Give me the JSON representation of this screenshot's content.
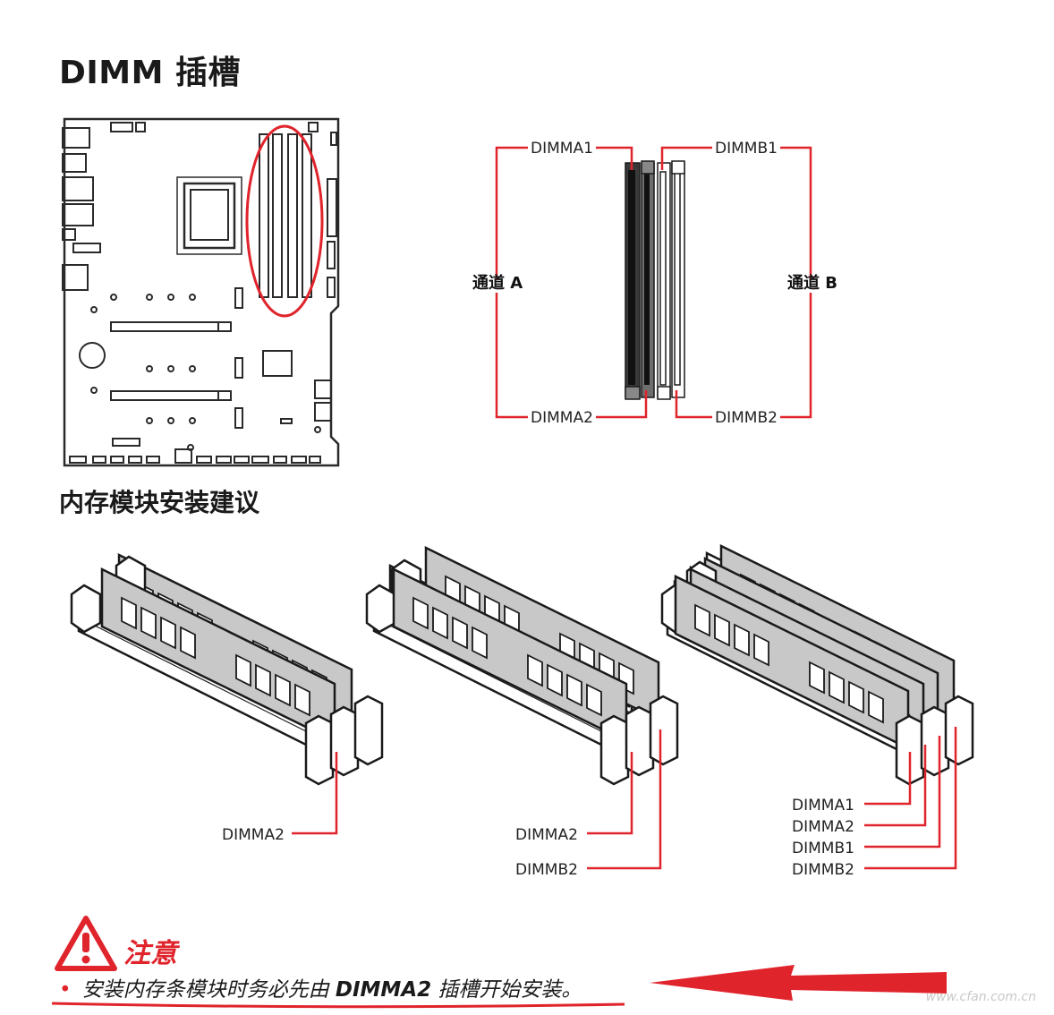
{
  "header": {
    "title": "DIMM 插槽"
  },
  "diagram": {
    "labels": {
      "a1": "DIMMA1",
      "a2": "DIMMA2",
      "b1": "DIMMB1",
      "b2": "DIMMB2",
      "channel_a": "通道 A",
      "channel_b": "通道 B"
    },
    "accent": "#e0242c"
  },
  "section": {
    "title": "内存模块安装建议"
  },
  "install": {
    "one": {
      "l1": "DIMMA2"
    },
    "two": {
      "l1": "DIMMA2",
      "l2": "DIMMB2"
    },
    "four": {
      "l1": "DIMMA1",
      "l2": "DIMMA2",
      "l3": "DIMMB1",
      "l4": "DIMMB2"
    }
  },
  "note": {
    "heading": "注意",
    "text_before": "安装内存条模块时务必先由 ",
    "text_bold": "DIMMA2",
    "text_after": " 插槽开始安装。"
  },
  "watermark": "www.cfan.com.cn"
}
